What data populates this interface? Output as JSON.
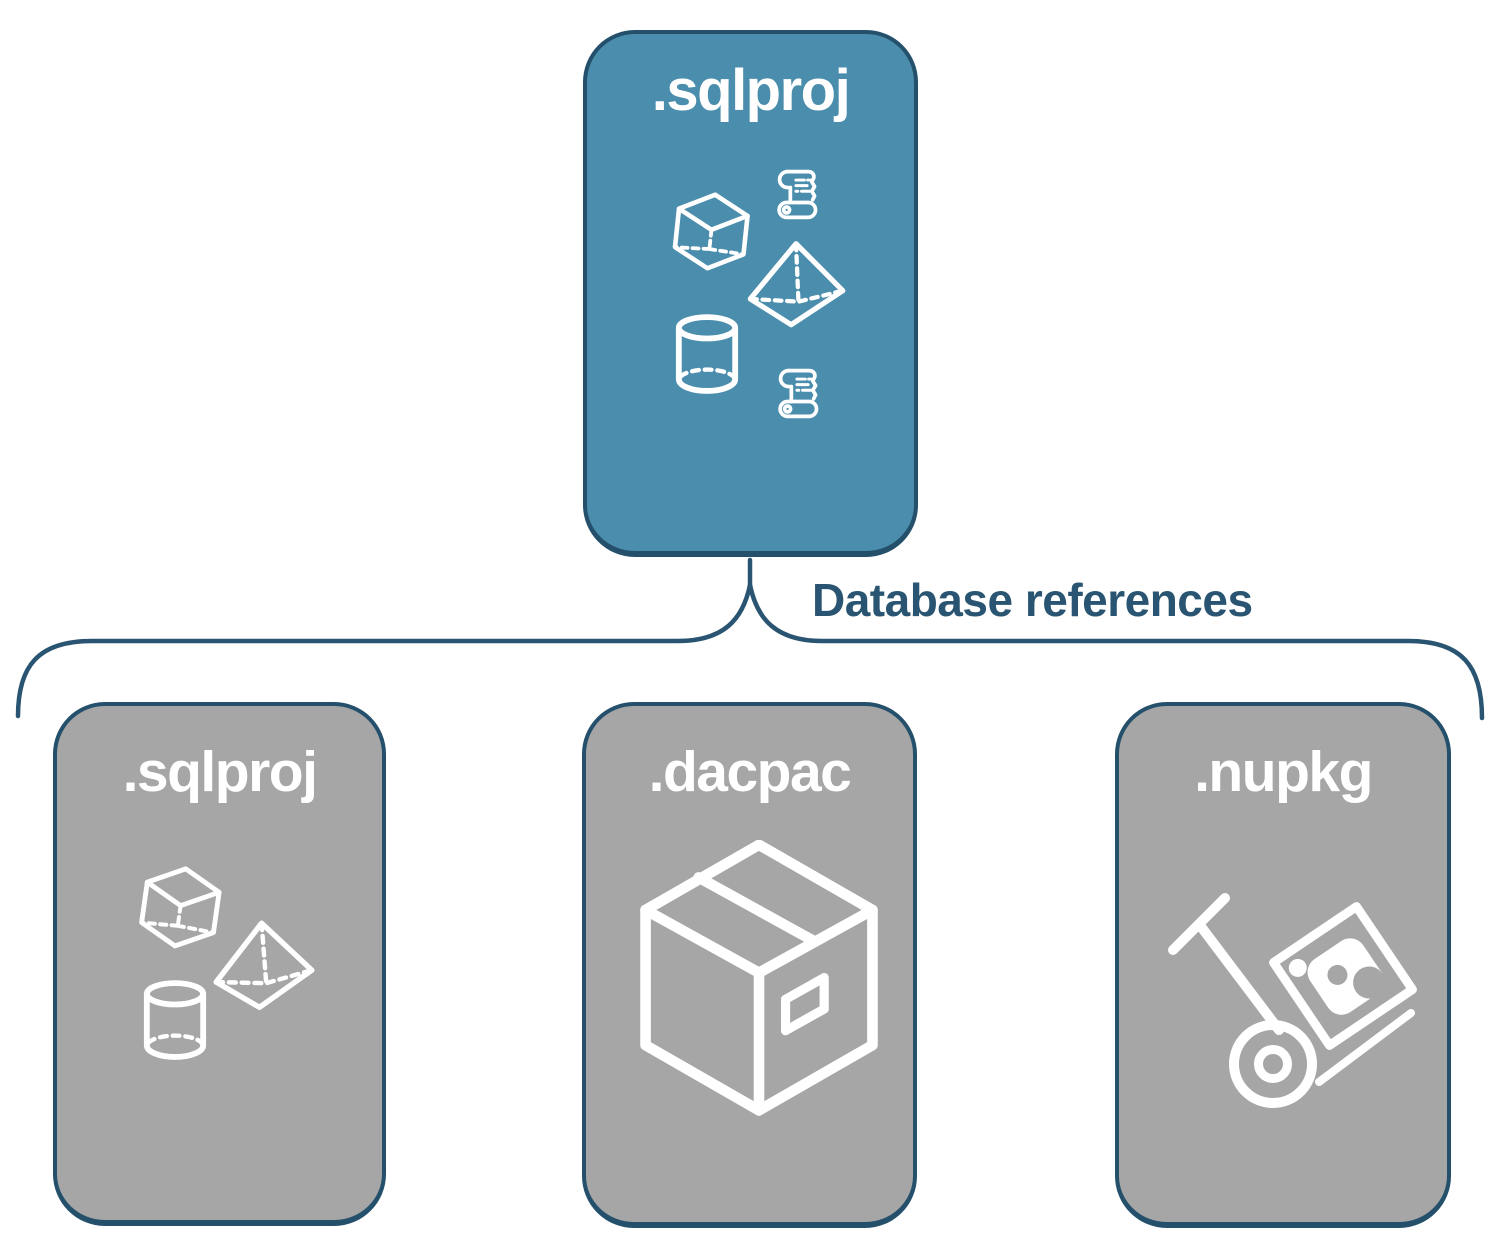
{
  "diagram": {
    "root_node": {
      "label": ".sqlproj",
      "icons": [
        "scroll-icon",
        "cube-icon",
        "pyramid-icon",
        "cylinder-icon",
        "scroll-icon"
      ]
    },
    "connector": {
      "label": "Database references"
    },
    "child_nodes": [
      {
        "label": ".sqlproj",
        "icons": [
          "cube-icon",
          "pyramid-icon",
          "cylinder-icon"
        ]
      },
      {
        "label": ".dacpac",
        "icons": [
          "package-box-icon"
        ]
      },
      {
        "label": ".nupkg",
        "icons": [
          "hand-truck-package-icon"
        ]
      }
    ],
    "colors": {
      "root_fill": "#4a8dac",
      "child_fill": "#a6a6a6",
      "node_border": "#24506c",
      "node_label": "#ffffff",
      "icon_stroke": "#ffffff",
      "connector_line": "#2a5572",
      "connector_text": "#2a5572",
      "background": "#ffffff"
    }
  }
}
